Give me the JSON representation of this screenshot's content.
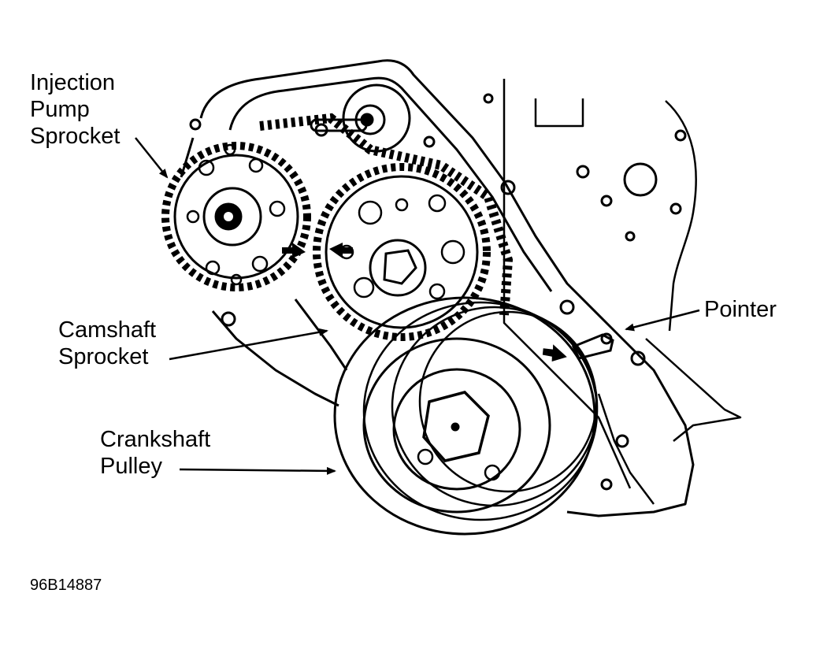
{
  "labels": {
    "injection_pump_sprocket": [
      "Injection",
      "Pump",
      "Sprocket"
    ],
    "camshaft_sprocket": [
      "Camshaft",
      "Sprocket"
    ],
    "crankshaft_pulley": [
      "Crankshaft",
      "Pulley"
    ],
    "pointer": "Pointer"
  },
  "figure_id": "96B14887",
  "colors": {
    "ink": "#000000",
    "paper": "#ffffff"
  }
}
